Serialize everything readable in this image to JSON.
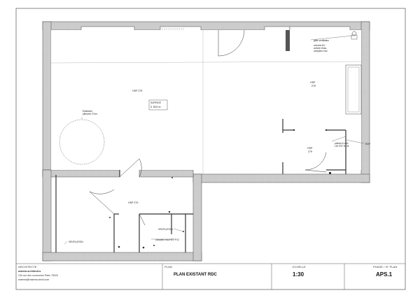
{
  "plan": {
    "rooms": [
      {
        "id": "main",
        "hsp": "HSP 275",
        "surface_label": "SURFACE",
        "surface_value": "S. 55,8 m²"
      },
      {
        "id": "right",
        "hsp": "HSP",
        "hsp_value": "276"
      },
      {
        "id": "small-right",
        "hsp": "HSP",
        "hsp_value": "279"
      },
      {
        "id": "lower",
        "hsp": "HSP 279"
      }
    ],
    "annotations": {
      "grille": "grille ventilation",
      "colonne_1": "colonne EU",
      "colonne_2": "arrivée d'eau",
      "colonne_3": "compteur eau",
      "epaisseur_1": "Epaisseur",
      "epaisseur_2": "plancher 27cm",
      "poteau_1": "poteau & coin",
      "poteau_2": "L51 P57 H133",
      "edf": "EDF",
      "ventilation_left": "VENTILATION",
      "ventilation_right": "VENTILATION",
      "compteur_eau": "compteur eau H37, P12"
    }
  },
  "title_block": {
    "architect_label": "ARCHITECTE",
    "architect_name": "maema architectes",
    "address": "134 rue des couronnes Paris 75020",
    "email": "maema@maema.archi.com",
    "plan_label": "PLAN",
    "plan_title": "PLAN EXISTANT RDC",
    "scale_label": "ECHELLE",
    "scale_value": "1:30",
    "phase_label": "PHASE / N° PLAN",
    "phase_value": "APS.1"
  },
  "colors": {
    "wall": "#c8c8c8",
    "line": "#333333",
    "accent": "#222222"
  }
}
